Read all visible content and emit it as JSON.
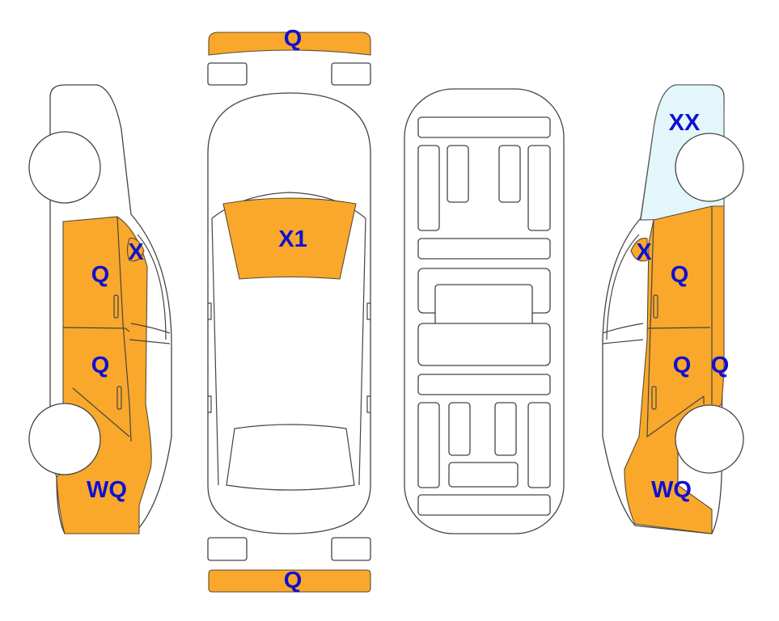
{
  "colors": {
    "damaged": "#F9A82B",
    "glass_damaged": "#E2F6FC",
    "label": "#1010D0",
    "outline": "#444444"
  },
  "labels": {
    "front_bumper": "Q",
    "windshield": "X1",
    "rear_bumper": "Q",
    "left_mirror": "X",
    "left_front_door": "Q",
    "left_rear_door": "Q",
    "left_rear_quarter": "WQ",
    "right_front_fender_glass": "XX",
    "right_mirror": "X",
    "right_front_door": "Q",
    "right_rear_door": "Q",
    "right_rocker": "Q",
    "right_rear_quarter": "WQ"
  }
}
